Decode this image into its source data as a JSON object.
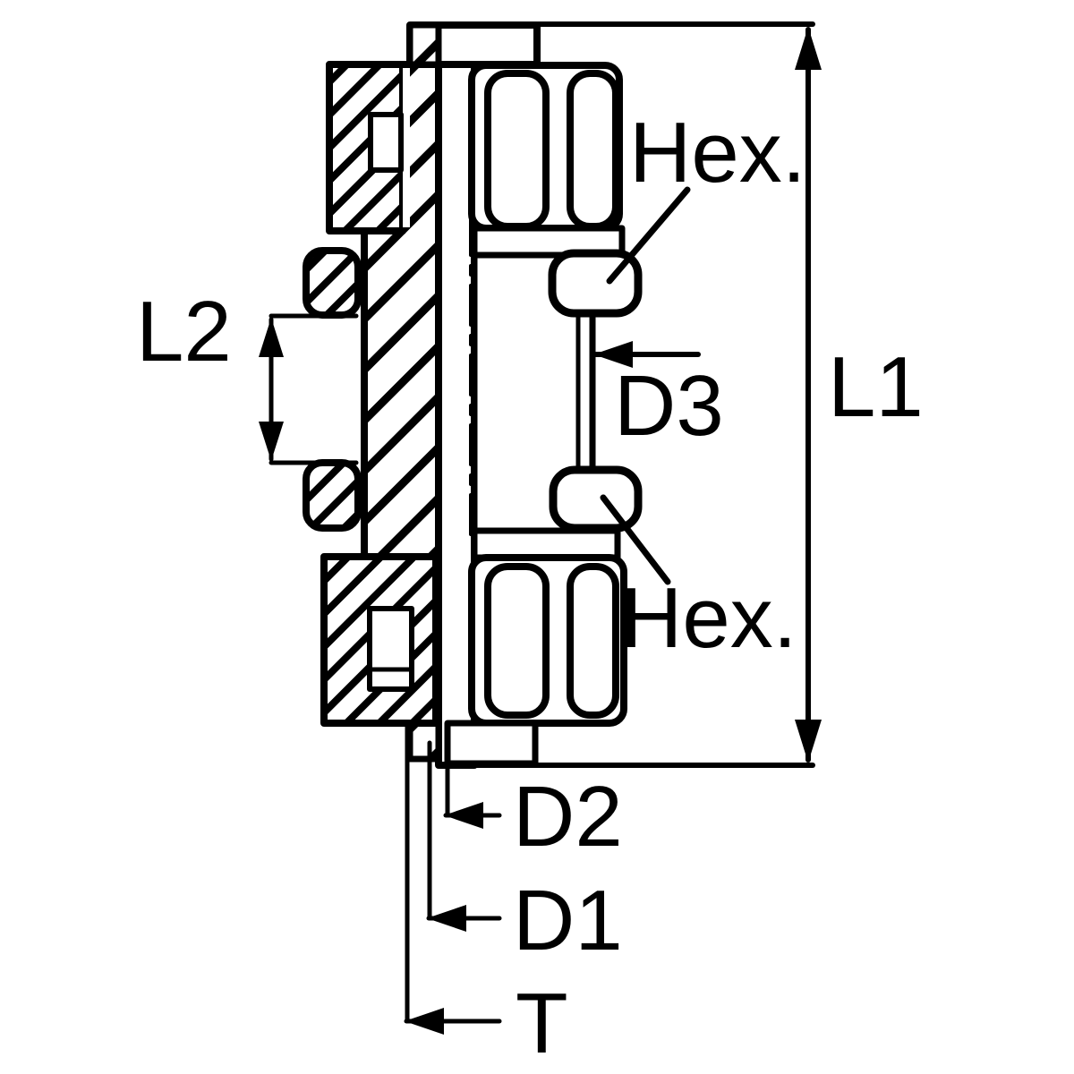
{
  "page": {
    "background_color": "#ffffff",
    "ink_color": "#000000"
  },
  "drawing": {
    "kind": "technical cross-section drawing of a bulkhead union fitting",
    "labels": {
      "hex_top": "Hex.",
      "hex_bottom": "Hex.",
      "l1": "L1",
      "l2": "L2",
      "d3": "D3",
      "d2": "D2",
      "d1": "D1",
      "t": "T"
    }
  }
}
